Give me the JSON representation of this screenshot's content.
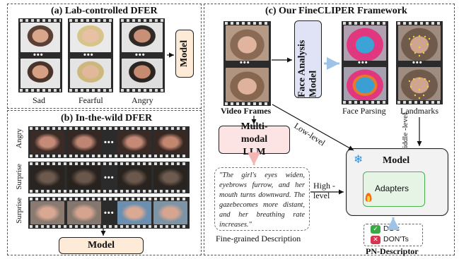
{
  "panel_a": {
    "title": "(a) Lab-controlled DFER",
    "labels": [
      "Sad",
      "Fearful",
      "Angry"
    ],
    "dots": "•••",
    "model": "Model"
  },
  "panel_b": {
    "title": "(b) In-the-wild DFER",
    "rows": [
      "Angry",
      "Surprise",
      "Surprise"
    ],
    "dots": "•••",
    "model": "Model"
  },
  "panel_c": {
    "title": "(c) Our FineCLIPER Framework",
    "video_frames": "Video Frames",
    "face_model": "Face Analysis Model",
    "face_parsing": "Face Parsing",
    "landmarks": "Landmarks",
    "llm": "Multi-modal LLM",
    "description": "\"The girl's eyes widen, eyebrows furrow, and her mouth turns downward. The gazebecomes more distant, and her breathing rate increases.\"",
    "fine_grained": "Fine-grained Description",
    "low_level": "Low-level",
    "middle_level": "Middle -level",
    "high_level": "High -level",
    "model": "Model",
    "adapters": "Adapters",
    "dos": "DO's",
    "donts": "DON'Ts",
    "pn_descriptor": "PN-Descriptor",
    "dots": "•••"
  },
  "icons": [
    "snowflake-icon",
    "fire-icon",
    "check-icon",
    "cross-icon"
  ],
  "colors": {
    "model_fill": "#fdebd7",
    "llm_fill": "#fce4e4",
    "face_model_fill": "#dfe3f5",
    "adapters_border": "#4caf50",
    "adapters_fill": "#e6f4e6",
    "pn_arrow": "#9ec3e6",
    "llm_arrow": "#f4b5b5"
  }
}
